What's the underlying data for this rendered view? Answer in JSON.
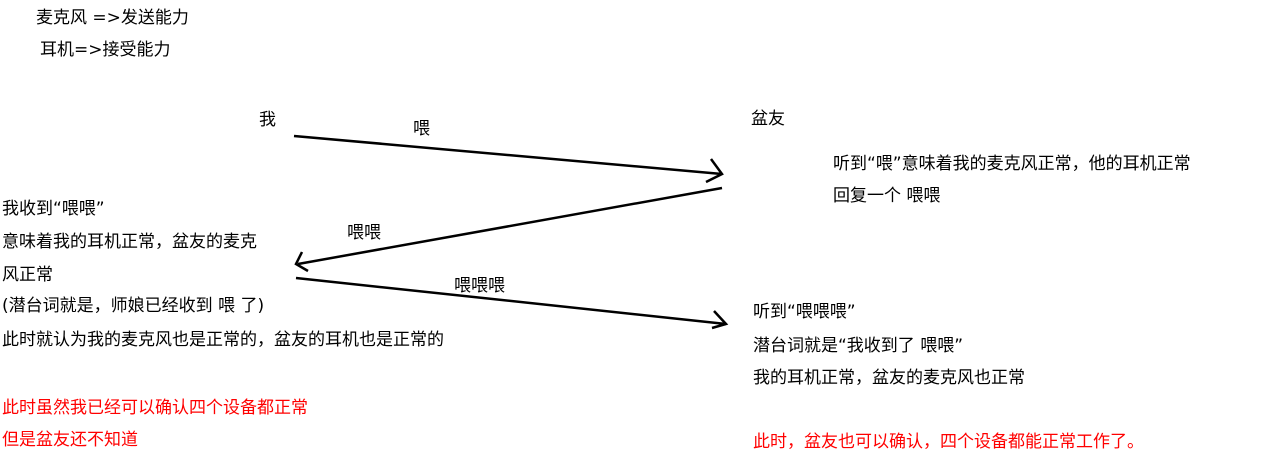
{
  "legend": {
    "mic": "麦克风  =>发送能力",
    "earphone": "耳机=>接受能力"
  },
  "actors": {
    "me": "我",
    "friend": "盆友"
  },
  "messages": {
    "m1": "喂",
    "m2": "喂喂",
    "m3": "喂喂喂"
  },
  "friend_note_1": {
    "line1": "听到“喂”意味着我的麦克风正常，他的耳机正常",
    "line2": "回复一个 喂喂"
  },
  "me_note": {
    "line1": "我收到“喂喂”",
    "line2": "意味着我的耳机正常，盆友的麦克",
    "line3": "风正常",
    "line4": " (潜台词就是，师娘已经收到 喂 了)",
    "line5": "此时就认为我的麦克风也是正常的，盆友的耳机也是正常的"
  },
  "me_conclusion": {
    "line1": "此时虽然我已经可以确认四个设备都正常",
    "line2": "但是盆友还不知道"
  },
  "friend_note_2": {
    "line1": "听到“喂喂喂”",
    "line2": "潜台词就是“我收到了 喂喂”",
    "line3": "我的耳机正常，盆友的麦克风也正常"
  },
  "friend_conclusion": {
    "line1": "此时，盆友也可以确认，四个设备都能正常工作了。"
  },
  "colors": {
    "text": "#000000",
    "highlight": "#ff0000",
    "arrow": "#000000"
  }
}
